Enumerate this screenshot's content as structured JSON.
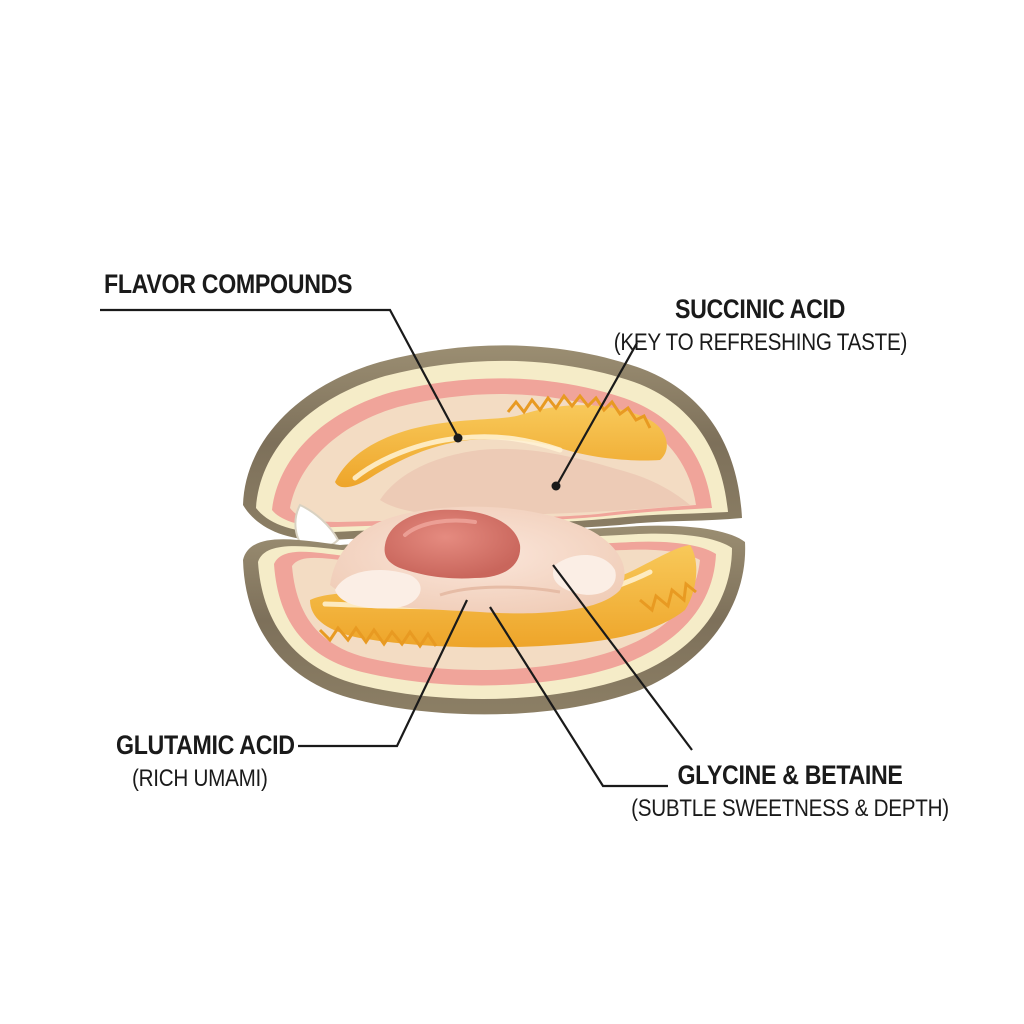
{
  "labels": {
    "flavor_compounds": {
      "title": "FLAVOR COMPOUNDS"
    },
    "succinic_acid": {
      "title": "SUCCINIC ACID",
      "note": "(KEY TO REFRESHING TASTE)"
    },
    "glutamic_acid": {
      "title": "GLUTAMIC ACID",
      "note": "(RICH UMAMI)"
    },
    "glycine_betaine": {
      "title": "GLYCINE & BETAINE",
      "note": "(SUBTLE SWEETNESS & DEPTH)"
    }
  },
  "colors": {
    "shell_outer": "#8a7d63",
    "shell_rim": "#f5ecc8",
    "mantle_pink": "#f0a49a",
    "inner_cream": "#f3dcc3",
    "gill_yellow": "#f5b83a",
    "foot_pink": "#d9786d",
    "leader_line": "#1a1a1a"
  }
}
